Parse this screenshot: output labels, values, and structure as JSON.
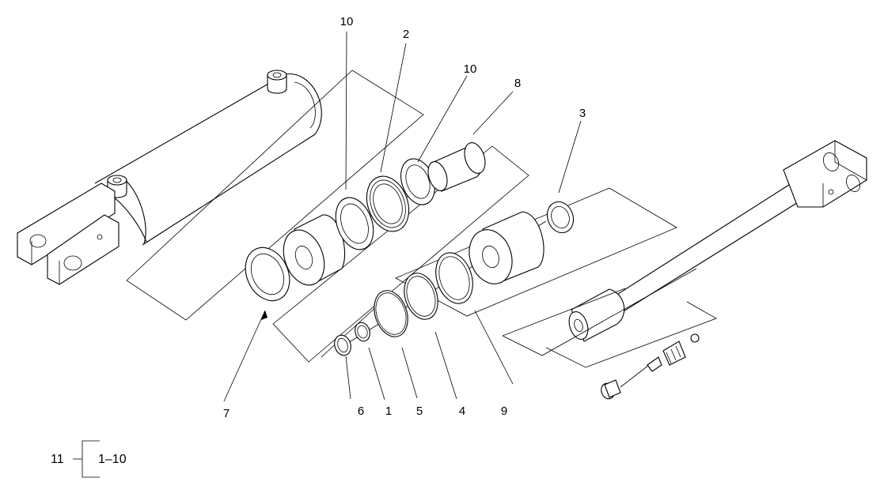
{
  "callouts": [
    "10",
    "2",
    "10",
    "8",
    "3",
    "7",
    "6",
    "1",
    "5",
    "4",
    "9"
  ],
  "kit": {
    "assembly": "11",
    "range": "1–10"
  }
}
